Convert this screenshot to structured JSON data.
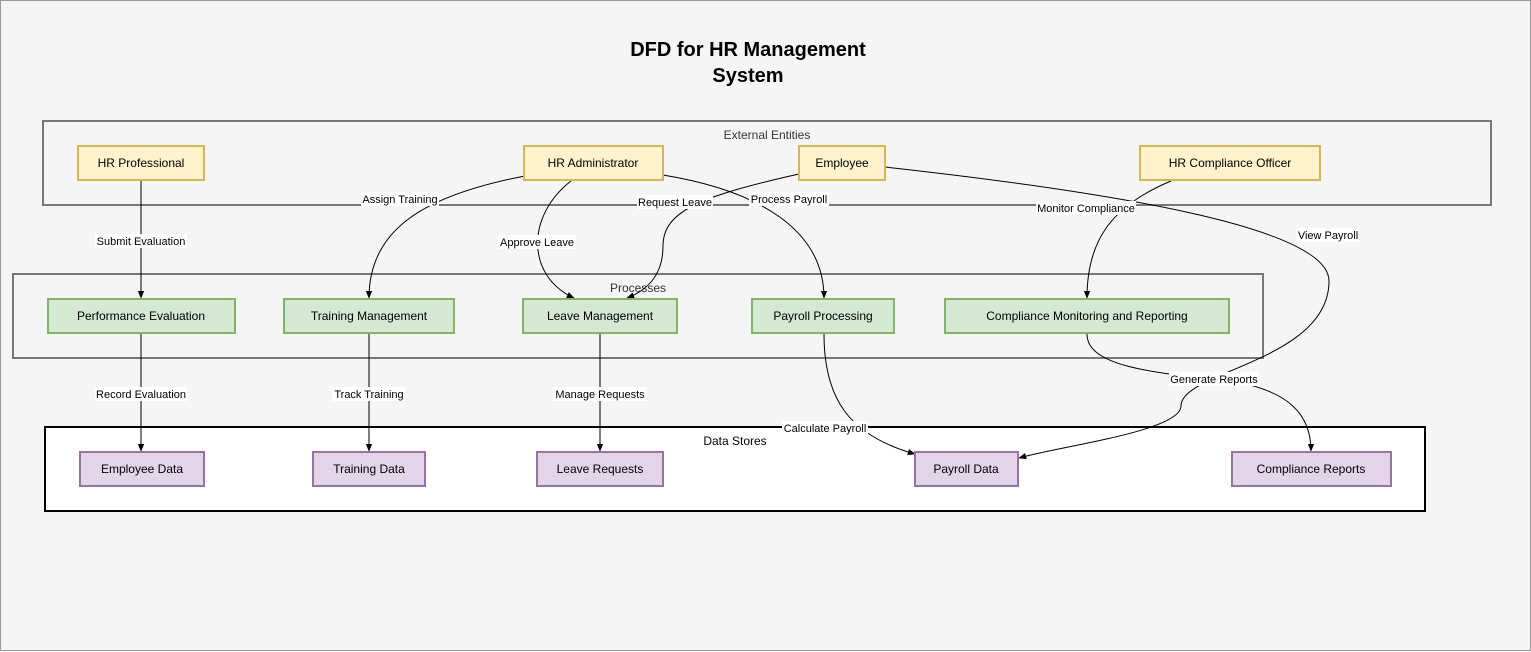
{
  "title_lines": [
    "DFD for HR Management",
    "System"
  ],
  "groups": {
    "external": "External Entities",
    "processes": "Processes",
    "stores": "Data Stores"
  },
  "entities": {
    "hr_professional": "HR Professional",
    "hr_administrator": "HR Administrator",
    "employee": "Employee",
    "hr_compliance_officer": "HR Compliance Officer"
  },
  "processes": {
    "performance_evaluation": "Performance Evaluation",
    "training_management": "Training Management",
    "leave_management": "Leave Management",
    "payroll_processing": "Payroll Processing",
    "compliance_monitoring": "Compliance Monitoring and Reporting"
  },
  "stores": {
    "employee_data": "Employee Data",
    "training_data": "Training Data",
    "leave_requests": "Leave Requests",
    "payroll_data": "Payroll Data",
    "compliance_reports": "Compliance Reports"
  },
  "flows": {
    "submit_evaluation": "Submit Evaluation",
    "assign_training": "Assign Training",
    "approve_leave": "Approve Leave",
    "request_leave": "Request Leave",
    "process_payroll": "Process Payroll",
    "monitor_compliance": "Monitor Compliance",
    "view_payroll": "View Payroll",
    "record_evaluation": "Record Evaluation",
    "track_training": "Track Training",
    "manage_requests": "Manage Requests",
    "calculate_payroll": "Calculate Payroll",
    "generate_reports": "Generate Reports"
  },
  "colors": {
    "entity_fill": "#fff2cc",
    "entity_stroke": "#d6b656",
    "process_fill": "#d5e8d4",
    "process_stroke": "#82b366",
    "store_fill": "#e1d5e7",
    "store_stroke": "#9673a6"
  }
}
